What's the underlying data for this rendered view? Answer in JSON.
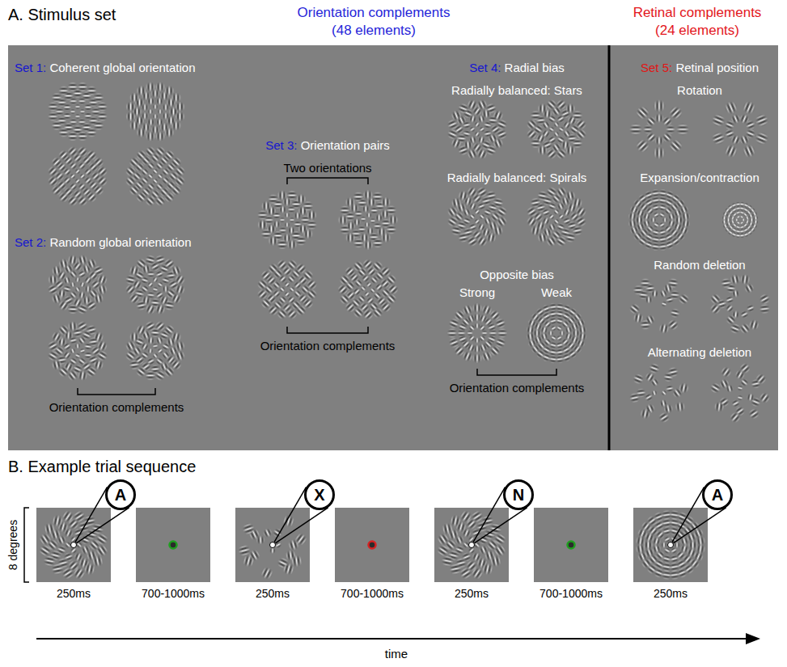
{
  "diagram": {
    "nodes": [
      {
        "text": [
          "250ms"
        ]
      },
      {
        "text": [
          "A"
        ],
        "in": 0
      },
      {
        "text": [
          "700-1000ms"
        ]
      },
      {
        "text": [
          "250ms"
        ]
      },
      {
        "text": [
          "X"
        ],
        "in": 3
      },
      {
        "text": [
          "700-1000ms"
        ]
      },
      {
        "text": [
          "250ms"
        ]
      },
      {
        "text": [
          "N"
        ],
        "in": 6
      },
      {
        "text": [
          "700-1000ms"
        ]
      },
      {
        "text": [
          "250ms"
        ]
      },
      {
        "text": [
          "A"
        ],
        "in": 9
      }
    ],
    "labels": [
      "A. Stimulus set",
      "Orientation complements",
      "(48 elements)",
      "Retinal complements",
      "(24 elements)",
      "Set 1:",
      "Coherent global orientation",
      "Set 2:",
      "Random global orientation",
      "Orientation complements",
      "Set 3:",
      "Orientation pairs",
      "Two orientations",
      "Orientation complements",
      "Set 4:",
      "Radial bias",
      "Radially balanced: Stars",
      "Radially balanced: Spirals",
      "Opposite bias",
      "Strong",
      "Weak",
      "Orientation complements",
      "Set 5:",
      "Retinal position",
      "Rotation",
      "Expansion/contraction",
      "Random deletion",
      "Alternating deletion",
      "B. Example trial sequence",
      "8 degrees",
      "time"
    ]
  }
}
